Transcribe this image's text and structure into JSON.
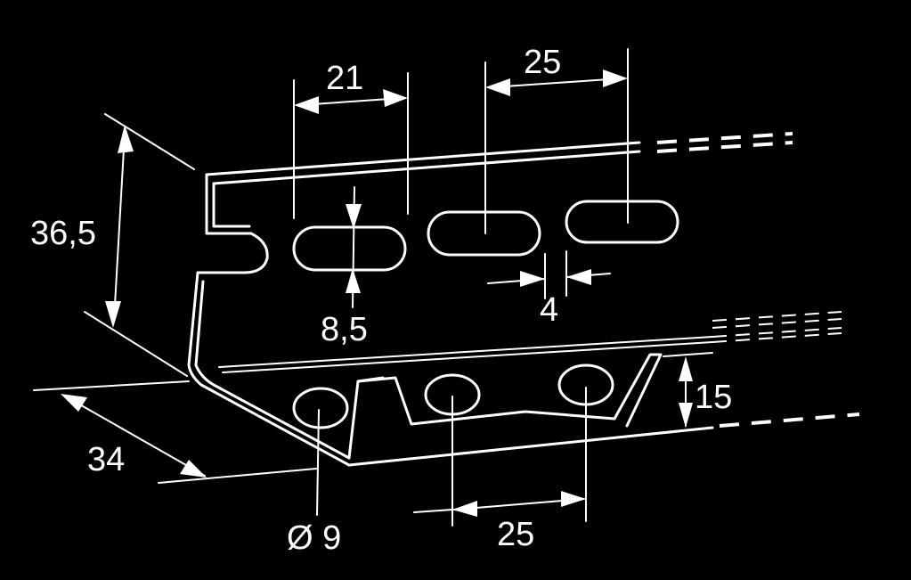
{
  "dimensions": {
    "slot_pitch_21": "21",
    "slot_pitch_25_top": "25",
    "height": "36,5",
    "slot_height": "8,5",
    "slot_gap": "4",
    "base_depth": "34",
    "flange_height": "15",
    "hole_diameter": "Ø 9",
    "hole_pitch_25_bottom": "25"
  }
}
